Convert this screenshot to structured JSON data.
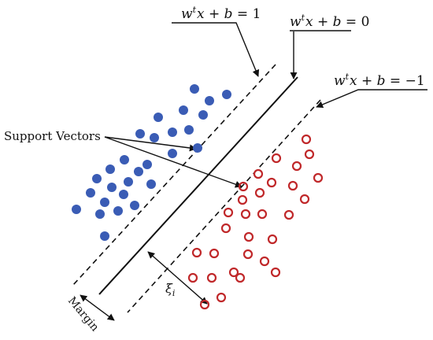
{
  "equations": {
    "positive": {
      "w": "w",
      "t": "t",
      "x": "x",
      "op": " + ",
      "b": "b",
      "eq": " = 1"
    },
    "center": {
      "w": "w",
      "t": "t",
      "x": "x",
      "op": " + ",
      "b": "b",
      "eq": " = 0"
    },
    "negative": {
      "w": "w",
      "t": "t",
      "x": "x",
      "op": " + ",
      "b": "b",
      "eq": " = −1"
    }
  },
  "labels": {
    "support_vectors": "Support Vectors",
    "margin": "Margin",
    "xi": "ξ",
    "xi_sub": "i"
  },
  "colors": {
    "positive_class": "#3a5cb5",
    "negative_class": "#c0282a",
    "line": "#111111"
  }
}
